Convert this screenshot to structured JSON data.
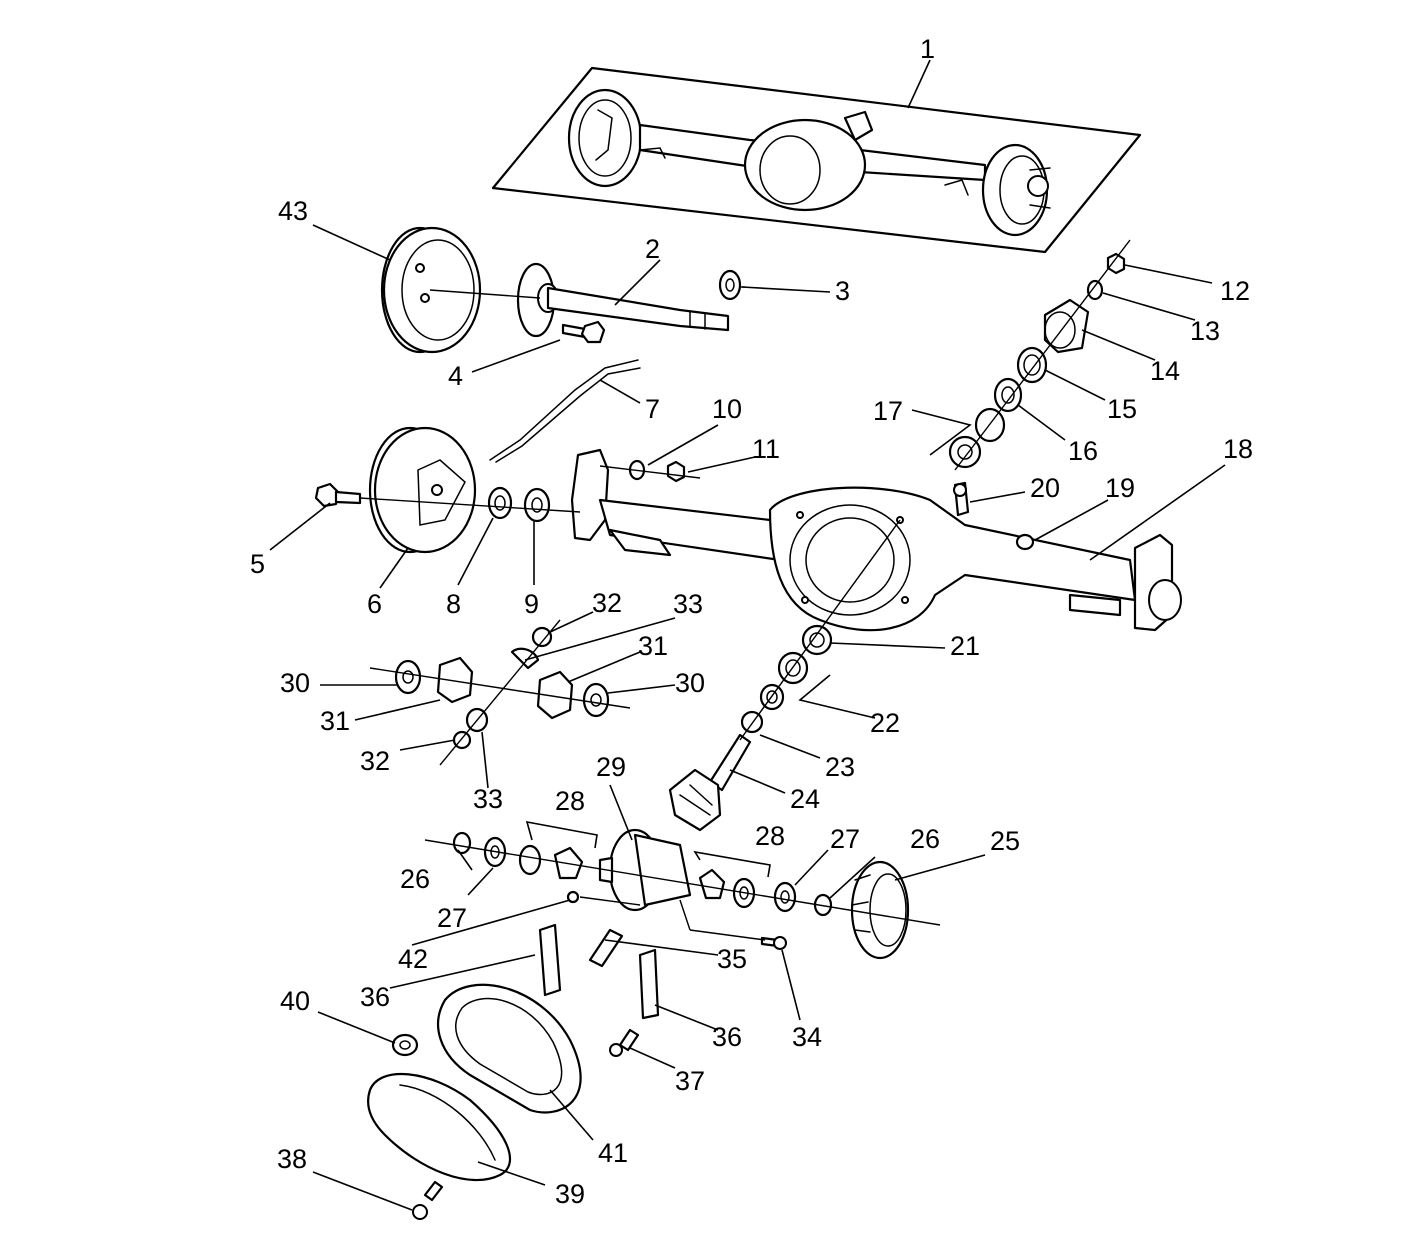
{
  "callouts": {
    "c1": "1",
    "c2": "2",
    "c3": "3",
    "c4": "4",
    "c5": "5",
    "c6": "6",
    "c7": "7",
    "c8": "8",
    "c9": "9",
    "c10": "10",
    "c11": "11",
    "c12": "12",
    "c13": "13",
    "c14": "14",
    "c15": "15",
    "c16": "16",
    "c17": "17",
    "c18": "18",
    "c19": "19",
    "c20": "20",
    "c21": "21",
    "c22": "22",
    "c23": "23",
    "c24": "24",
    "c25": "25",
    "c26a": "26",
    "c26b": "26",
    "c27a": "27",
    "c27b": "27",
    "c28a": "28",
    "c28b": "28",
    "c29": "29",
    "c30a": "30",
    "c30b": "30",
    "c31a": "31",
    "c31b": "31",
    "c32a": "32",
    "c32b": "32",
    "c33a": "33",
    "c33b": "33",
    "c34": "34",
    "c35": "35",
    "c36a": "36",
    "c36b": "36",
    "c37": "37",
    "c38": "38",
    "c39": "39",
    "c40": "40",
    "c41": "41",
    "c42": "42",
    "c43": "43"
  }
}
